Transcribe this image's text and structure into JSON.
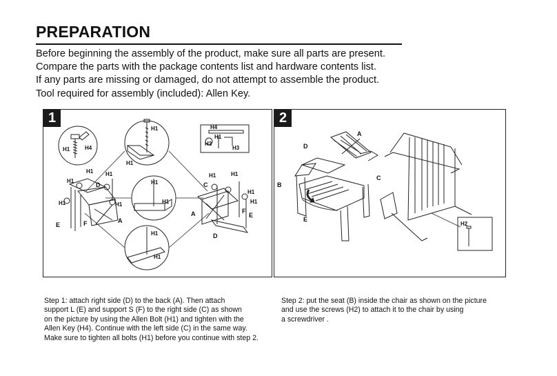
{
  "heading": "PREPARATION",
  "intro_lines": [
    "Before beginning the assembly of the product, make sure all parts are present.",
    "Compare the parts with the package contents list and hardware contents list.",
    "If any parts are missing or damaged, do not attempt to assemble the product.",
    "Tool required for assembly (included): Allen Key."
  ],
  "step1": {
    "number": "1",
    "labels": {
      "A": "A",
      "C": "C",
      "D": "D",
      "E": "E",
      "F": "F",
      "H1": "H1",
      "H3": "H3",
      "H4": "H4"
    },
    "caption_lines": [
      "Step 1: attach right side (D) to the back (A). Then attach",
      "support L (E) and support S (F) to the right side (C) as shown",
      "on the picture by using the Allen Bolt (H1) and tighten with the",
      "Allen Key (H4). Continue with the left side (C) in the same way.",
      "Make sure to tighten all bolts (H1) before you continue with step 2."
    ]
  },
  "step2": {
    "number": "2",
    "labels": {
      "A": "A",
      "B": "B",
      "C": "C",
      "D": "D",
      "E": "E",
      "H2": "H2"
    },
    "caption_lines": [
      "Step 2: put the seat (B) inside the chair as shown on the picture",
      "and use the screws (H2) to attach it to the chair by using",
      "a screwdriver ."
    ]
  },
  "icons": [
    "allen-bolt-icon",
    "allen-key-icon",
    "screw-icon",
    "rotation-arrow-icon"
  ]
}
